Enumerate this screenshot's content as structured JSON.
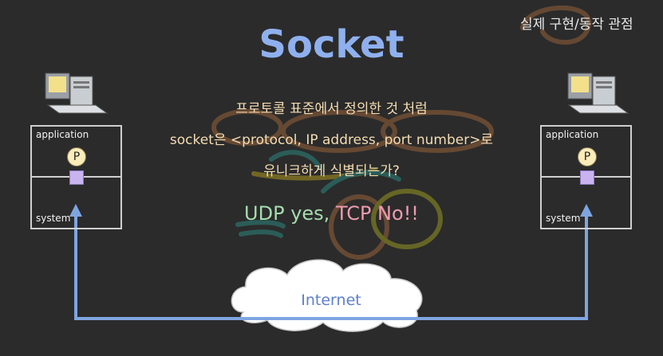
{
  "title": "Socket",
  "corner_label": "실제 구현/동작 관점",
  "lines": {
    "line1": "프로토콜 표준에서 정의한 것 처럼",
    "line2": "socket은 <protocol, IP address, port number>로",
    "line3": "유니크하게 식별되는가?",
    "udp": "UDP yes,",
    "tcp": "TCP No!!"
  },
  "left_host": {
    "top_label": "application",
    "bottom_label": "system",
    "process_label": "P"
  },
  "right_host": {
    "top_label": "application",
    "bottom_label": "system",
    "process_label": "P"
  },
  "network_label": "Internet",
  "colors": {
    "background": "#2b2b2b",
    "title": "#8fb0ee",
    "text": "#f3dcb2",
    "udp": "#a6dcae",
    "tcp": "#ef9bb0",
    "link": "#7fa5e0"
  }
}
